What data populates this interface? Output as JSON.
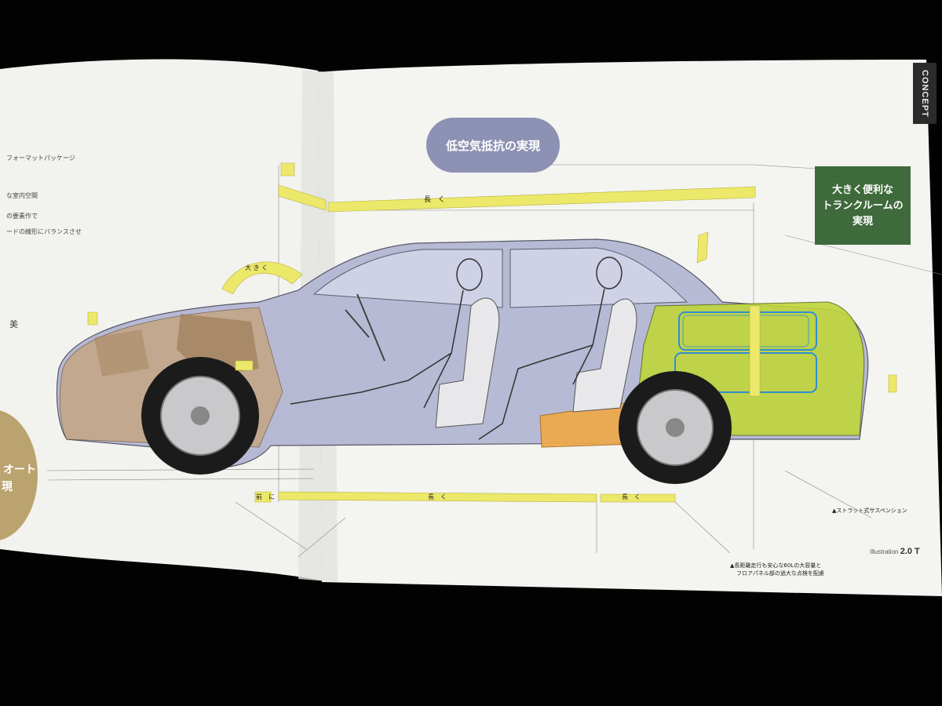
{
  "pill_label": "低空気抵抗の実現",
  "green_box_lines": [
    "大きく便利な",
    "トランクルームの",
    "実現"
  ],
  "concept_tab": "CONCEPT",
  "illustration_label": "Illustration",
  "illustration_value": "2.0 T",
  "left_page_fragments": [
    "フォーマットパッケージ",
    "な室内空間",
    "の要素作で",
    "ードの線形にバランスさせ",
    "美"
  ],
  "gold_circle_text": [
    "オート",
    "現"
  ],
  "bottom_notes": [
    "▲長距離走行も安心な60Lの大容量と",
    "フロアパネル部の過大な点検を配慮",
    "▲ストラット式サスペンション"
  ],
  "bar_labels": {
    "top_long": "長　く",
    "bottom_front": "前　に",
    "bottom_mid": "長　く",
    "bottom_rear": "長　く",
    "big_arc": "大 き く"
  },
  "colors": {
    "page": "#f3f3f0",
    "pill": "#8d91b3",
    "green_box": "#3f6a3c",
    "yellow_bar": "#ece86a",
    "body_blue": "#aeb2d0",
    "trunk_green": "#bdd43a",
    "tank_orange": "#f0a94a",
    "engine_brown": "#c8a882"
  }
}
